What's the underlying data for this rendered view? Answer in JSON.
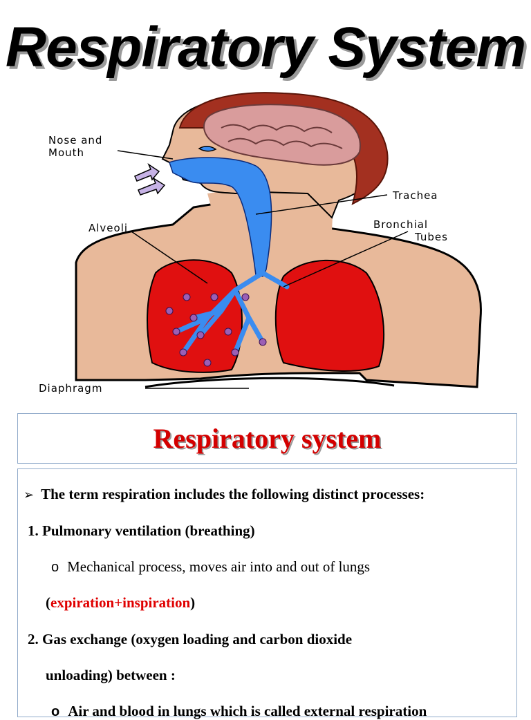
{
  "title": "Respiratory System",
  "diagram": {
    "labels": {
      "nose_mouth_1": "Nose and",
      "nose_mouth_2": "Mouth",
      "trachea": "Trachea",
      "alveoli": "Alveoli",
      "bronchial_1": "Bronchial",
      "bronchial_2": "Tubes",
      "diaphragm": "Diaphragm"
    },
    "colors": {
      "skin": "#e8b99a",
      "hair": "#a33020",
      "brain": "#d99c9c",
      "lungs": "#e01010",
      "airway": "#3a8cf0",
      "alveoli": "#9b5fb5",
      "arrows": "#c7b3e6"
    }
  },
  "subtitle": "Respiratory system",
  "content": {
    "intro": "The term respiration includes the following distinct processes:",
    "item1_heading": "1. Pulmonary ventilation (breathing)",
    "item1_sub": "Mechanical process, moves air into and out of lungs",
    "item1_paren_open": "(",
    "item1_red": "expiration+inspiration",
    "item1_paren_close": ")",
    "item2_heading_line1": "2. Gas exchange (oxygen loading and carbon dioxide",
    "item2_heading_line2": "unloading)  between :",
    "item2_sub_partial": "Air and blood in lungs which is called external respiration"
  },
  "bullets": {
    "arrow": "➢",
    "circle": "o"
  }
}
